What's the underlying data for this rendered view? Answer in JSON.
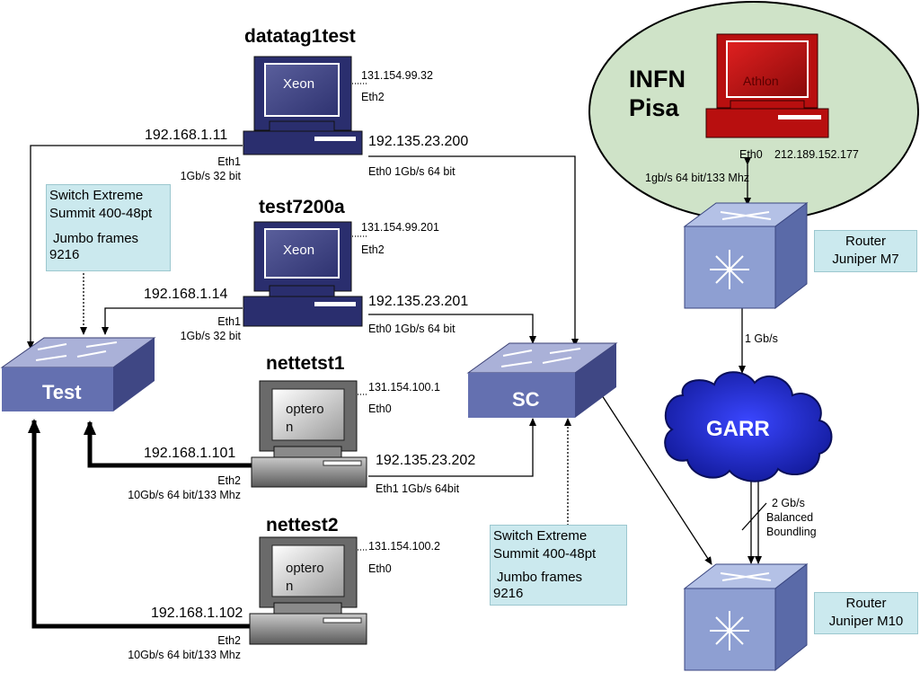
{
  "hosts": [
    {
      "name": "datatag1test",
      "cpu": "Xeon",
      "ip_top": "131.154.99.32",
      "if_top": "Eth2",
      "ip_left": "192.168.1.11",
      "if_left": "Eth1",
      "speed_left": "1Gb/s 32 bit",
      "ip_right": "192.135.23.200",
      "label_right": "Eth0  1Gb/s 64 bit"
    },
    {
      "name": "test7200a",
      "cpu": "Xeon",
      "ip_top": "131.154.99.201",
      "if_top": "Eth2",
      "ip_left": "192.168.1.14",
      "if_left": "Eth1",
      "speed_left": "1Gb/s 32 bit",
      "ip_right": "192.135.23.201",
      "label_right": "Eth0 1Gb/s 64 bit"
    },
    {
      "name": "nettetst1",
      "cpu_line1": "optero",
      "cpu_line2": "n",
      "ip_top": "131.154.100.1",
      "if_top": "Eth0",
      "ip_left": "192.168.1.101",
      "if_left": "Eth2",
      "speed_left": "10Gb/s 64 bit/133 Mhz",
      "ip_right": "192.135.23.202",
      "label_right": "Eth1 1Gb/s 64bit"
    },
    {
      "name": "nettest2",
      "cpu_line1": "optero",
      "cpu_line2": "n",
      "ip_top": "131.154.100.2",
      "if_top": "Eth0",
      "ip_left": "192.168.1.102",
      "if_left": "Eth2",
      "speed_left": "10Gb/s 64 bit/133 Mhz"
    }
  ],
  "switches": {
    "test": {
      "label": "Test"
    },
    "sc": {
      "label": "SC"
    }
  },
  "notes": {
    "switch_left": {
      "line1": "Switch Extreme",
      "line2": "Summit 400-48pt",
      "line3": "Jumbo frames",
      "line4": "9216"
    },
    "switch_right": {
      "line1": "Switch Extreme",
      "line2": "Summit 400-48pt",
      "line3": "Jumbo frames",
      "line4": "9216"
    }
  },
  "infn": {
    "title_line1": "INFN",
    "title_line2": "Pisa",
    "cpu": "Athlon",
    "eth": "Eth0",
    "ip": "212.189.152.177",
    "link_speed": "1gb/s 64 bit/133 Mhz"
  },
  "routers": {
    "m7": {
      "line1": "Router",
      "line2": "Juniper M7"
    },
    "m10": {
      "line1": "Router",
      "line2": "Juniper M10"
    }
  },
  "garr": {
    "label": "GARR",
    "link_top": "1 Gb/s",
    "link_bottom_line1": "2 Gb/s",
    "link_bottom_line2": "Balanced",
    "link_bottom_line3": "Boundling"
  },
  "colors": {
    "line": "#000000",
    "switch_fill": "#7680b8",
    "computer_blue": "#2a2e6e",
    "computer_gray": "#6a6a6a",
    "computer_red": "#b80f0f",
    "ellipse_fill": "#cfe3c8",
    "cloud_fill": "#1f2ad8",
    "router_fill": "#8e9fd2",
    "note_fill": "#cbe9ee"
  }
}
